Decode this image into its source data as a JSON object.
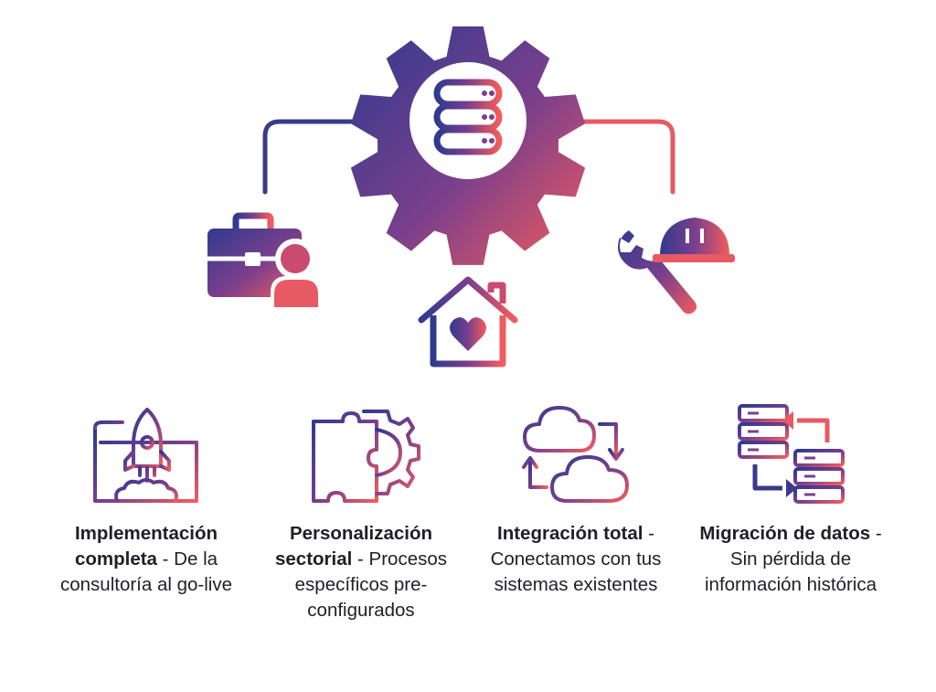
{
  "colors": {
    "gradient_start": "#2f3a8f",
    "gradient_mid": "#7b3f8c",
    "gradient_end": "#f25c5c",
    "text": "#1f1f2a",
    "background": "#ffffff"
  },
  "hub": {
    "center_icon": "gear-database-icon",
    "connected_icons": [
      "briefcase-user-icon",
      "house-heart-icon",
      "wrench-hardhat-icon"
    ]
  },
  "features": [
    {
      "icon": "rocket-blueprint-icon",
      "title": "Implementación completa",
      "description": "- De la consultoría al go-live"
    },
    {
      "icon": "puzzle-gear-icon",
      "title": "Personalización sectorial",
      "description": "- Procesos específicos pre-configurados"
    },
    {
      "icon": "cloud-sync-icon",
      "title": "Integración total",
      "description": "- Conectamos con tus sistemas existentes"
    },
    {
      "icon": "server-migration-icon",
      "title": "Migración de datos",
      "description": "- Sin pérdida de información histórica"
    }
  ]
}
